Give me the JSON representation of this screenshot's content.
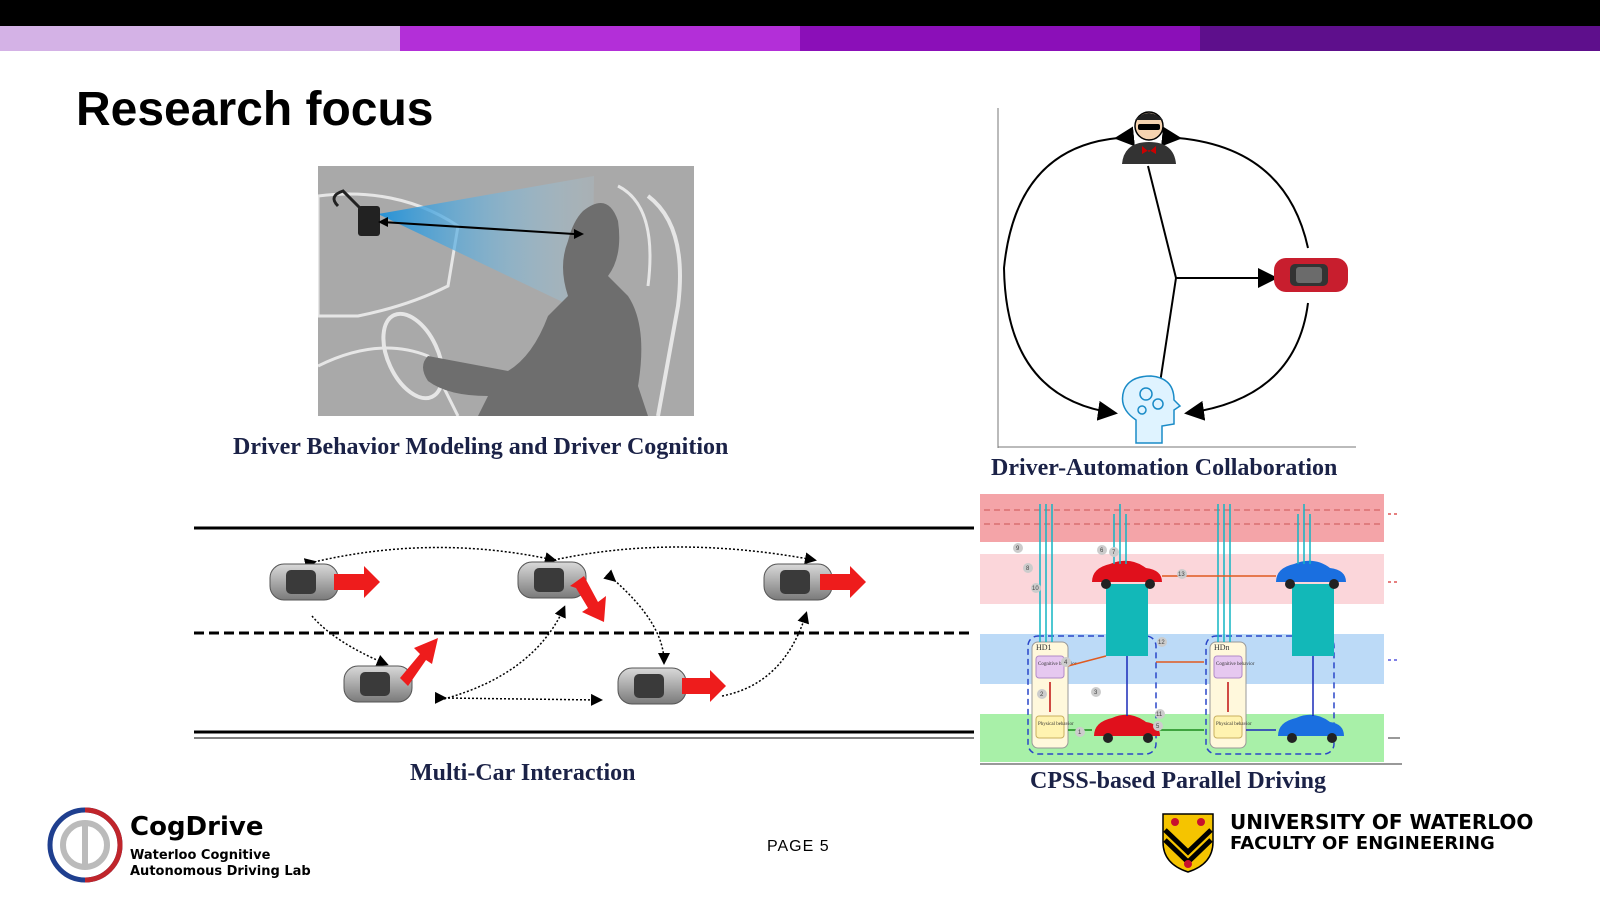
{
  "slide": {
    "title": "Research focus",
    "page_label": "PAGE 5"
  },
  "panels": {
    "driver_behavior": {
      "caption": "Driver Behavior Modeling and Driver Cognition"
    },
    "collaboration": {
      "caption": "Driver-Automation Collaboration"
    },
    "multi_car": {
      "caption": "Multi-Car Interaction"
    },
    "cpss": {
      "caption": "CPSS-based Parallel Driving",
      "box_labels": [
        "HD1",
        "HDn"
      ],
      "inner_labels": [
        "Cognitive behavior",
        "Physical behavior"
      ],
      "edge_numbers": [
        "1",
        "2",
        "3",
        "4",
        "5",
        "6",
        "7",
        "8",
        "9",
        "10",
        "11",
        "12",
        "13"
      ]
    }
  },
  "footer": {
    "lab_name": "CogDrive",
    "lab_sub_line1": "Waterloo Cognitive",
    "lab_sub_line2": "Autonomous Driving Lab",
    "university": "UNIVERSITY OF WATERLOO",
    "faculty": "FACULTY OF ENGINEERING"
  },
  "colors": {
    "stripe1": "#d4b2e6",
    "stripe2": "#b32fd8",
    "stripe3": "#8b0fb8",
    "stripe4": "#5e0f8c",
    "caption": "#1b2247",
    "arrow_red": "#ee1c1c"
  }
}
